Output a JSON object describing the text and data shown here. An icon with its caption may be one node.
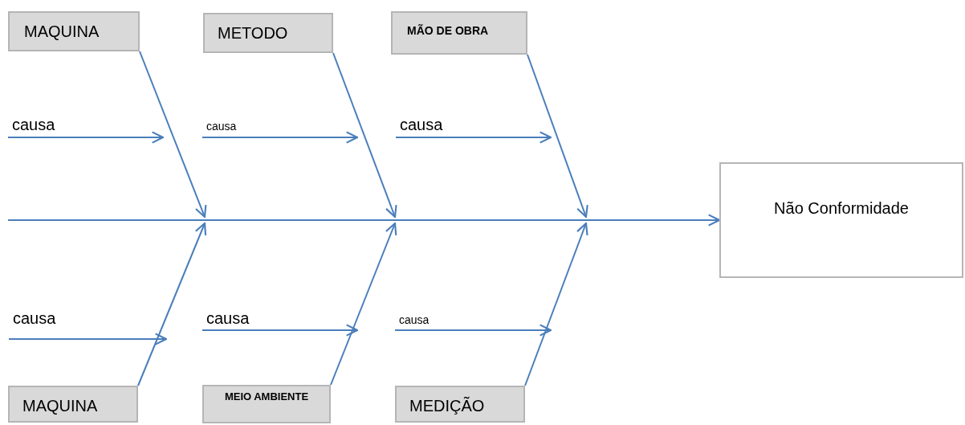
{
  "diagram": {
    "nodes": [
      {
        "text": [
          "MAQUINA"
        ]
      },
      {
        "text": [
          "METODO"
        ]
      },
      {
        "text": [
          "MÃO DE OBRA"
        ]
      },
      {
        "text": [
          "causa"
        ]
      },
      {
        "text": [
          "causa"
        ]
      },
      {
        "text": [
          "causa"
        ]
      },
      {
        "text": [
          "Não Conformidade"
        ]
      },
      {
        "text": [
          "causa"
        ]
      },
      {
        "text": [
          "causa"
        ]
      },
      {
        "text": [
          "causa"
        ]
      },
      {
        "text": [
          "MAQUINA"
        ]
      },
      {
        "text": [
          "MEIO AMBIENTE"
        ]
      },
      {
        "text": [
          "MEDIÇÃO"
        ]
      }
    ],
    "edges": [
      {
        "from": 0,
        "to": null,
        "arrow": "to"
      },
      {
        "from": 1,
        "to": null,
        "arrow": "to"
      },
      {
        "from": 2,
        "to": null,
        "arrow": "to"
      },
      {
        "from": 3,
        "to": null,
        "arrow": "to"
      },
      {
        "from": 4,
        "to": null,
        "arrow": "to"
      },
      {
        "from": 5,
        "to": null,
        "arrow": "to"
      },
      {
        "from": null,
        "to": 6,
        "arrow": "to"
      },
      {
        "from": 7,
        "to": null,
        "arrow": "to"
      },
      {
        "from": 8,
        "to": null,
        "arrow": "to"
      },
      {
        "from": 9,
        "to": null,
        "arrow": "to"
      },
      {
        "from": 10,
        "to": null,
        "arrow": "to"
      },
      {
        "from": 11,
        "to": null,
        "arrow": "to"
      },
      {
        "from": 12,
        "to": null,
        "arrow": "to"
      }
    ]
  }
}
